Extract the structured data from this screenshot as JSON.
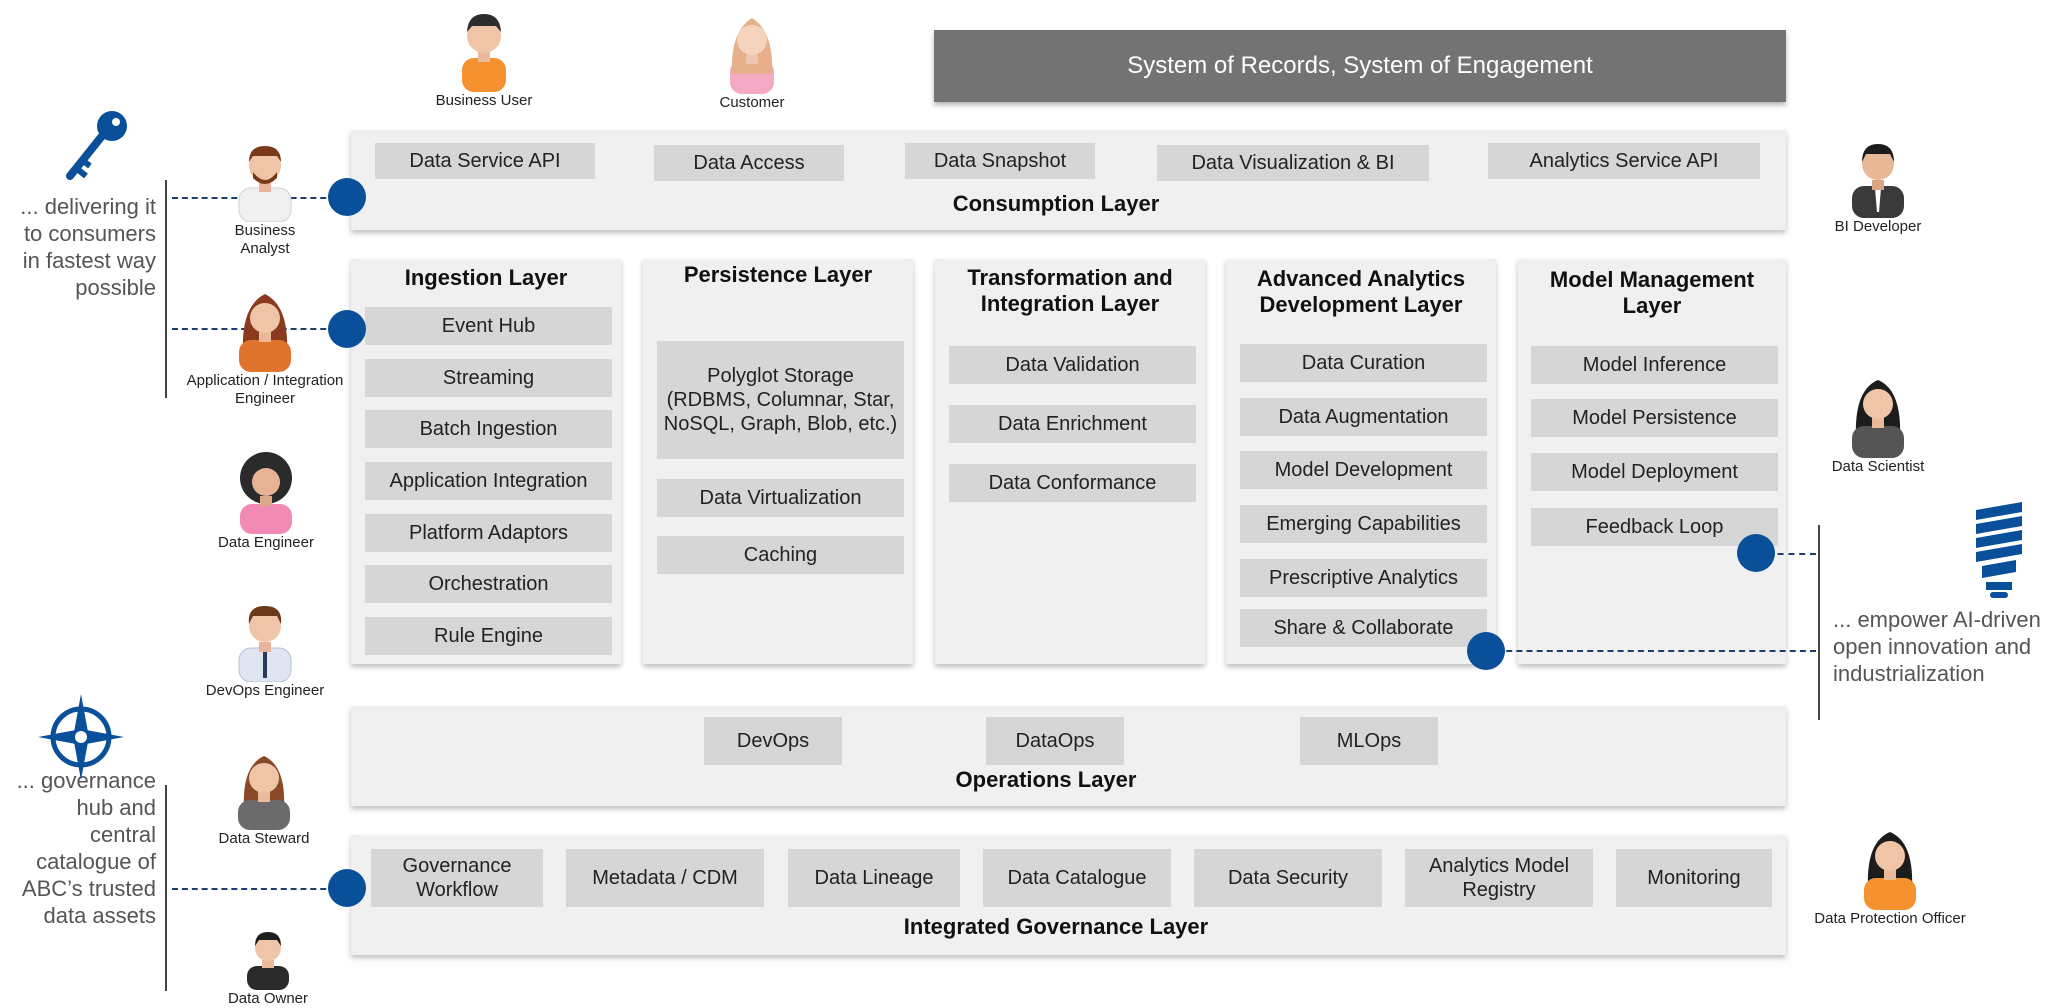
{
  "banner": "System of Records, System of Engagement",
  "consumption": {
    "title": "Consumption Layer",
    "items": [
      "Data Service API",
      "Data Access",
      "Data Snapshot",
      "Data Visualization & BI",
      "Analytics Service API"
    ]
  },
  "ingestion": {
    "title": "Ingestion Layer",
    "items": [
      "Event Hub",
      "Streaming",
      "Batch Ingestion",
      "Application Integration",
      "Platform Adaptors",
      "Orchestration",
      "Rule Engine"
    ]
  },
  "persistence": {
    "title": "Persistence Layer",
    "items": [
      "Polyglot Storage (RDBMS, Columnar, Star, NoSQL, Graph, Blob, etc.)",
      "Data Virtualization",
      "Caching"
    ]
  },
  "transformation": {
    "title": "Transformation and Integration Layer",
    "items": [
      "Data Validation",
      "Data Enrichment",
      "Data Conformance"
    ]
  },
  "advanced": {
    "title": "Advanced Analytics Development Layer",
    "items": [
      "Data Curation",
      "Data Augmentation",
      "Model Development",
      "Emerging Capabilities",
      "Prescriptive Analytics",
      "Share & Collaborate"
    ]
  },
  "model_mgmt": {
    "title": "Model Management Layer",
    "items": [
      "Model Inference",
      "Model Persistence",
      "Model Deployment",
      "Feedback Loop"
    ]
  },
  "operations": {
    "title": "Operations Layer",
    "items": [
      "DevOps",
      "DataOps",
      "MLOps"
    ]
  },
  "governance": {
    "title": "Integrated Governance Layer",
    "items": [
      "Governance Workflow",
      "Metadata / CDM",
      "Data Lineage",
      "Data Catalogue",
      "Data Security",
      "Analytics Model Registry",
      "Monitoring"
    ]
  },
  "personas": {
    "business_user": "Business User",
    "customer": "Customer",
    "business_analyst": "Business Analyst",
    "app_engineer": "Application / Integration Engineer",
    "data_engineer": "Data Engineer",
    "devops_engineer": "DevOps Engineer",
    "data_steward": "Data Steward",
    "data_owner": "Data Owner",
    "bi_developer": "BI Developer",
    "data_scientist": "Data Scientist",
    "dpo": "Data Protection Officer"
  },
  "side_notes": {
    "left_top": "... delivering it to consumers in fastest way possible",
    "left_bottom": "... governance hub and central catalogue of ABC’s trusted data assets",
    "right": "... empower AI-driven open innovation and industrialization"
  },
  "colors": {
    "dot": "#0a4f9a",
    "panel": "#f0f0f0",
    "chip": "#d6d6d6",
    "banner": "#737373",
    "icon": "#0a4f9a"
  }
}
